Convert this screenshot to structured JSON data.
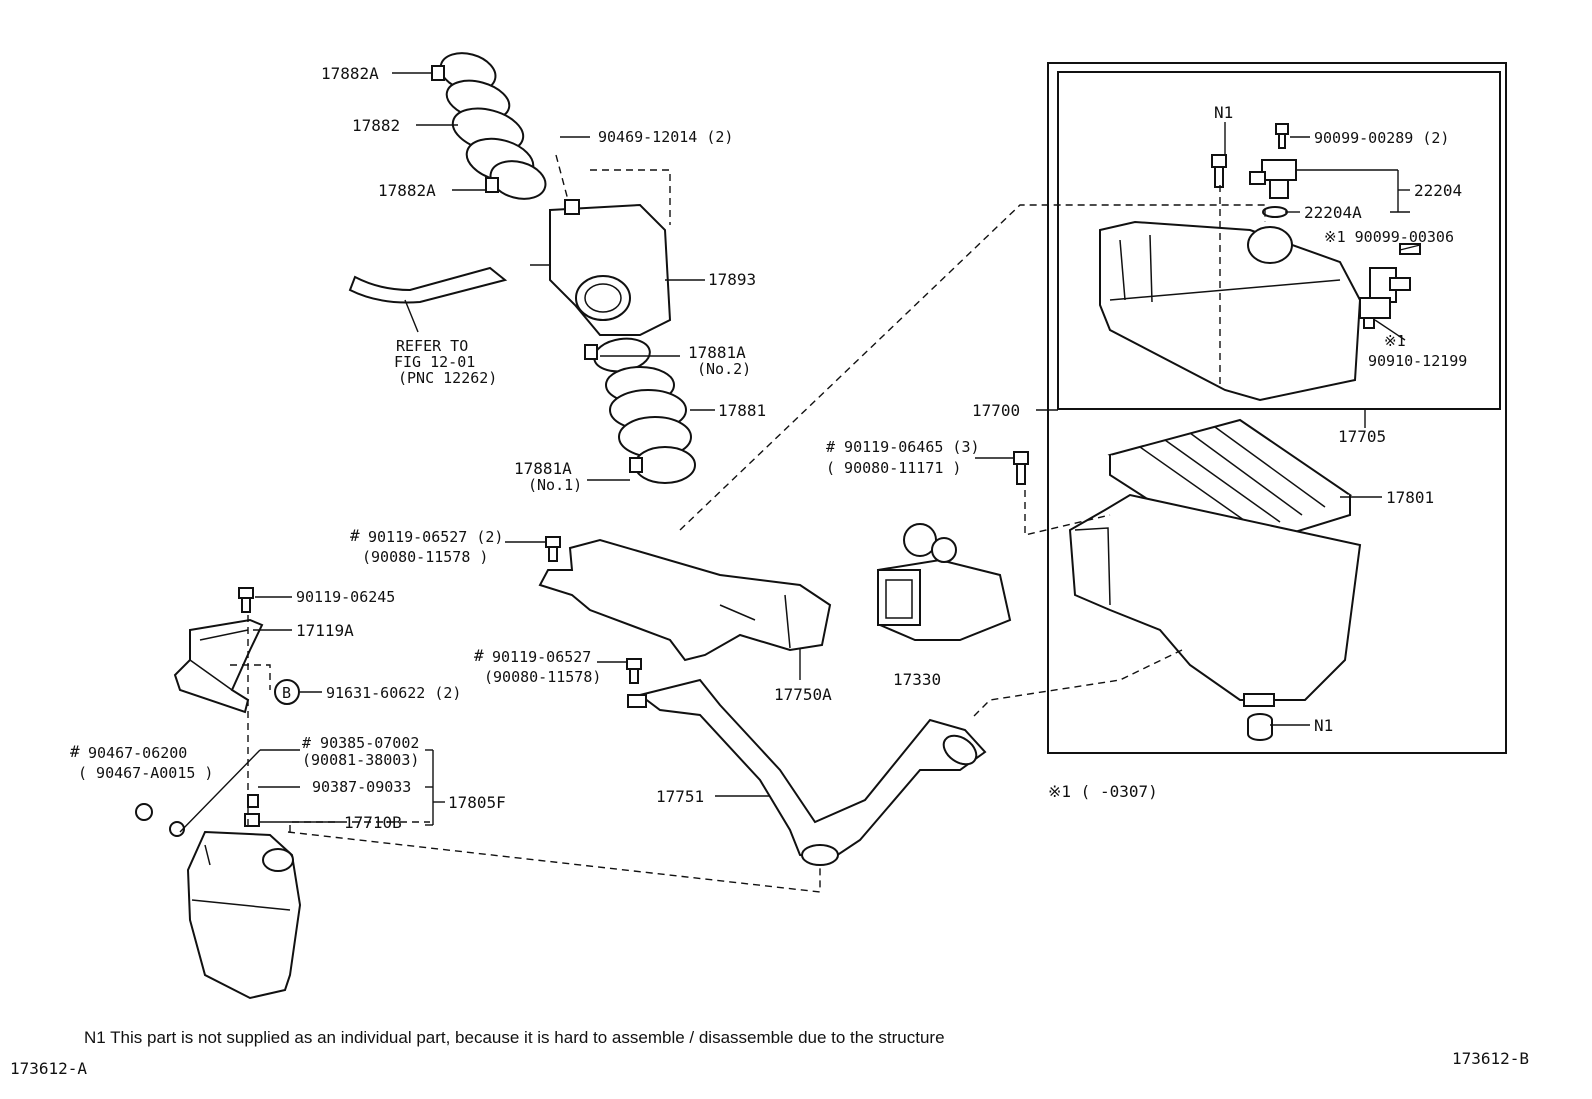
{
  "labels": {
    "p17882A_top": "17882A",
    "p17882": "17882",
    "p17882A_bot": "17882A",
    "b90469": "90469-12014 (2)",
    "p17893": "17893",
    "refer1": "REFER TO",
    "refer2": "FIG 12-01",
    "refer3": "(PNC 12262)",
    "p17881A_2a": "17881A",
    "p17881A_2b": "(No.2)",
    "p17881": "17881",
    "p17881A_1a": "17881A",
    "p17881A_1b": "(No.1)",
    "n1_top": "N1",
    "b90099_289": "90099-00289 (2)",
    "p22204": "22204",
    "p22204A": "22204A",
    "s1_90099_306": "※1 90099-00306",
    "s1_mark": "※1",
    "b90910": "90910-12199",
    "p17700": "17700",
    "p17705": "17705",
    "b90119_465": "# 90119-06465 (3)",
    "b90080_171": "( 90080-11171 )",
    "p17801": "17801",
    "b90119_527a": "90119-06527 (2)",
    "b90080_578a": "(90080-11578 )",
    "p17330": "17330",
    "b90119_245": "90119-06245",
    "p17119A": "17119A",
    "circle_b": "B",
    "b91631": "91631-60622 (2)",
    "b90119_527b": "90119-06527",
    "b90080_578b": "(90080-11578)",
    "p17750A": "17750A",
    "b90467_200": "90467-06200",
    "b90467_A015": "( 90467-A0015 )",
    "b90385": "# 90385-07002",
    "b90081": "(90081-38003)",
    "b90387": "90387-09033",
    "p17805F": "17805F",
    "p17710B": "17710B",
    "p17751": "17751",
    "n1_bot": "N1",
    "s1_note": "※1 (      -0307)",
    "hash": "#"
  },
  "footnote": "N1  This part is not supplied as an individual part, because it is hard to assemble / disassemble due to the structure",
  "code_left": "173612-A",
  "code_right": "173612-B"
}
